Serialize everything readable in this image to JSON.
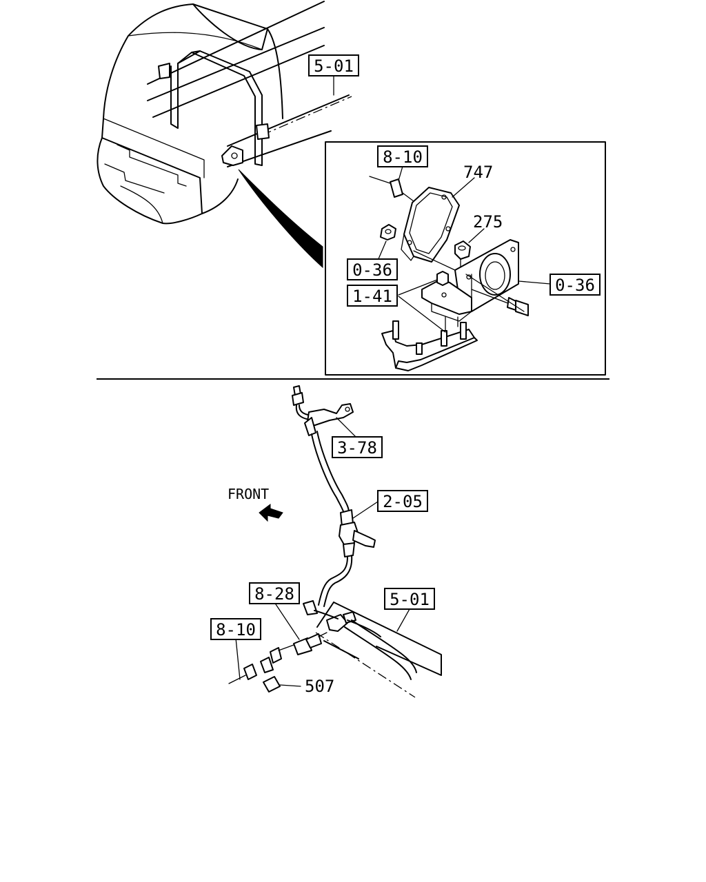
{
  "diagram": {
    "callouts": {
      "top_frame_ref": "5-01",
      "inset_wire_ref": "8-10",
      "inset_module": "747",
      "inset_nut": "275",
      "inset_nut_left_ref": "0-36",
      "inset_bracket_ref": "1-41",
      "inset_bolt_ref": "0-36",
      "clip_ref": "3-78",
      "orientation_label": "FRONT",
      "hose_ref": "2-05",
      "sensor_ref": "8-28",
      "bottom_frame_ref": "5-01",
      "bottom_wire_ref": "8-10",
      "connector_part": "507"
    }
  }
}
